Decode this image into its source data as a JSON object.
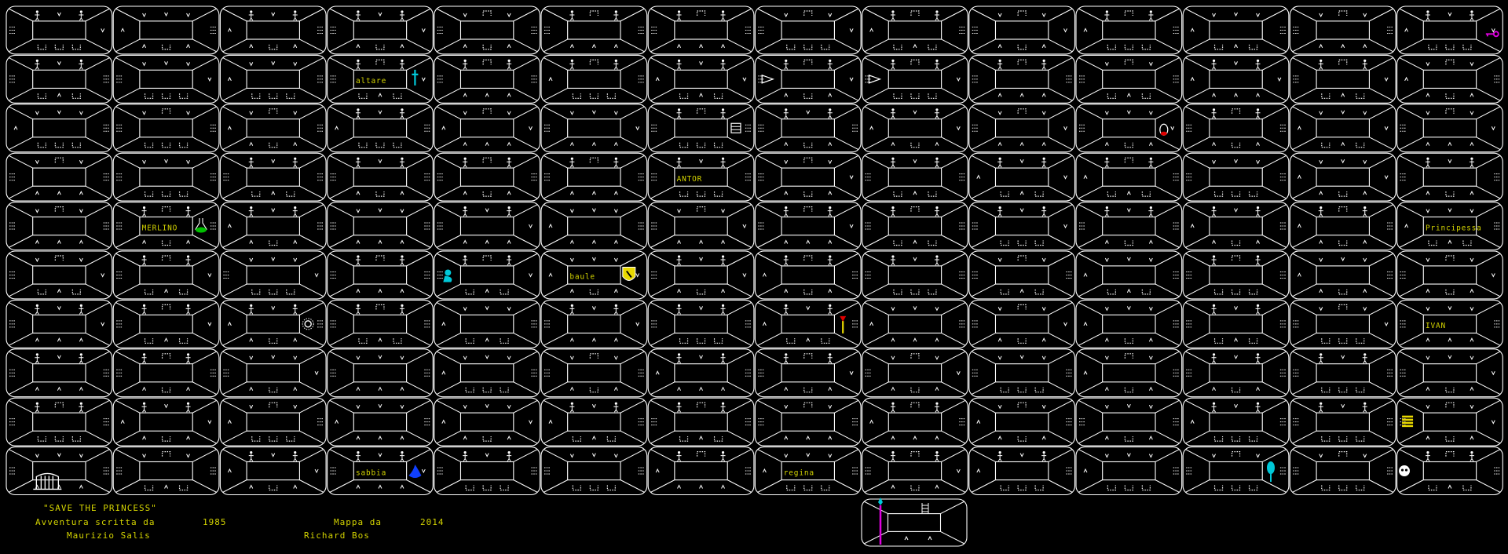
{
  "map": {
    "columns": 14,
    "rows": 10,
    "colors": {
      "background": "#000000",
      "lines": "#ffffff",
      "label": "#d4d400",
      "cyan": "#00c8d8",
      "green": "#00c000",
      "red": "#e00000",
      "blue": "#1040ff",
      "magenta": "#e000e0"
    },
    "room_labels": [
      {
        "row": 1,
        "col": 3,
        "text": "altare"
      },
      {
        "row": 3,
        "col": 6,
        "text": "ANTOR"
      },
      {
        "row": 4,
        "col": 1,
        "text": "MERLINO"
      },
      {
        "row": 4,
        "col": 13,
        "text": "Principessa"
      },
      {
        "row": 5,
        "col": 5,
        "text": "baule"
      },
      {
        "row": 6,
        "col": 13,
        "text": "IVAN"
      },
      {
        "row": 9,
        "col": 3,
        "text": "sabbia"
      },
      {
        "row": 9,
        "col": 7,
        "text": "regina"
      }
    ],
    "items": [
      {
        "row": 0,
        "col": 13,
        "icon": "key-icon",
        "color": "magenta"
      },
      {
        "row": 1,
        "col": 3,
        "icon": "sword-icon",
        "color": "cyan"
      },
      {
        "row": 1,
        "col": 7,
        "icon": "arrow-trap-icon",
        "color": "white"
      },
      {
        "row": 1,
        "col": 8,
        "icon": "arrow-trap-icon",
        "color": "white"
      },
      {
        "row": 2,
        "col": 6,
        "icon": "barrel-icon",
        "color": "white"
      },
      {
        "row": 2,
        "col": 10,
        "icon": "bottle-icon",
        "color": "red"
      },
      {
        "row": 4,
        "col": 1,
        "icon": "potion-icon",
        "color": "green"
      },
      {
        "row": 5,
        "col": 4,
        "icon": "creature-icon",
        "color": "cyan"
      },
      {
        "row": 5,
        "col": 5,
        "icon": "shield-icon",
        "color": "yellow"
      },
      {
        "row": 6,
        "col": 2,
        "icon": "sun-icon",
        "color": "white"
      },
      {
        "row": 6,
        "col": 7,
        "icon": "torch-icon",
        "color": "red"
      },
      {
        "row": 8,
        "col": 13,
        "icon": "gold-bars-icon",
        "color": "yellow"
      },
      {
        "row": 9,
        "col": 0,
        "icon": "gate-icon",
        "color": "white"
      },
      {
        "row": 9,
        "col": 3,
        "icon": "lamp-icon",
        "color": "blue"
      },
      {
        "row": 9,
        "col": 11,
        "icon": "mirror-icon",
        "color": "cyan"
      },
      {
        "row": 9,
        "col": 13,
        "icon": "skull-icon",
        "color": "white"
      }
    ],
    "legend_room": {
      "icon": "wand-icon",
      "color": "magenta"
    }
  },
  "credits": {
    "title": "\"SAVE THE PRINCESS\"",
    "line1_left": "Avventura scritta da",
    "year_game": "1985",
    "author": "Maurizio Salis",
    "map_by": "Mappa da",
    "year_map": "2014",
    "mapper": "Richard Bos"
  }
}
